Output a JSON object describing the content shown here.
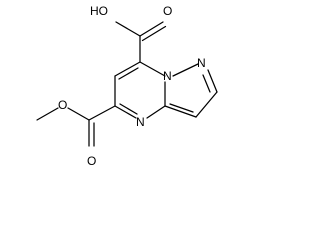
{
  "molecule": {
    "labels": {
      "carboxylic_acid": "HO",
      "acid_carbonyl_oxygen": "O",
      "ester_ether_oxygen": "O",
      "ester_carbonyl_oxygen": "O",
      "ring_nitrogen_bridge": "N",
      "ring_nitrogen_pyrazole": "N",
      "ring_nitrogen_pyrimidine": "N"
    }
  }
}
